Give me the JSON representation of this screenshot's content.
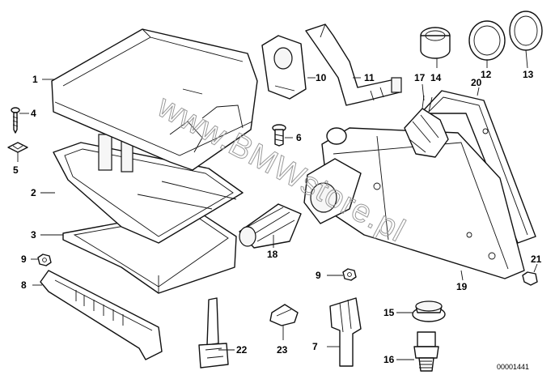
{
  "diagram": {
    "watermark": "www.BMWstore.pl",
    "document_number": "00001441",
    "callouts": [
      {
        "id": "c1",
        "label": "1"
      },
      {
        "id": "c2",
        "label": "2"
      },
      {
        "id": "c3",
        "label": "3"
      },
      {
        "id": "c4",
        "label": "4"
      },
      {
        "id": "c5",
        "label": "5"
      },
      {
        "id": "c6",
        "label": "6"
      },
      {
        "id": "c7",
        "label": "7"
      },
      {
        "id": "c8",
        "label": "8"
      },
      {
        "id": "c9a",
        "label": "9"
      },
      {
        "id": "c9b",
        "label": "9"
      },
      {
        "id": "c10",
        "label": "10"
      },
      {
        "id": "c11",
        "label": "11"
      },
      {
        "id": "c12",
        "label": "12"
      },
      {
        "id": "c13",
        "label": "13"
      },
      {
        "id": "c14",
        "label": "14"
      },
      {
        "id": "c15",
        "label": "15"
      },
      {
        "id": "c16",
        "label": "16"
      },
      {
        "id": "c17",
        "label": "17"
      },
      {
        "id": "c18",
        "label": "18"
      },
      {
        "id": "c19",
        "label": "19"
      },
      {
        "id": "c20",
        "label": "20"
      },
      {
        "id": "c21",
        "label": "21"
      },
      {
        "id": "c22",
        "label": "22"
      },
      {
        "id": "c23",
        "label": "23"
      }
    ]
  }
}
